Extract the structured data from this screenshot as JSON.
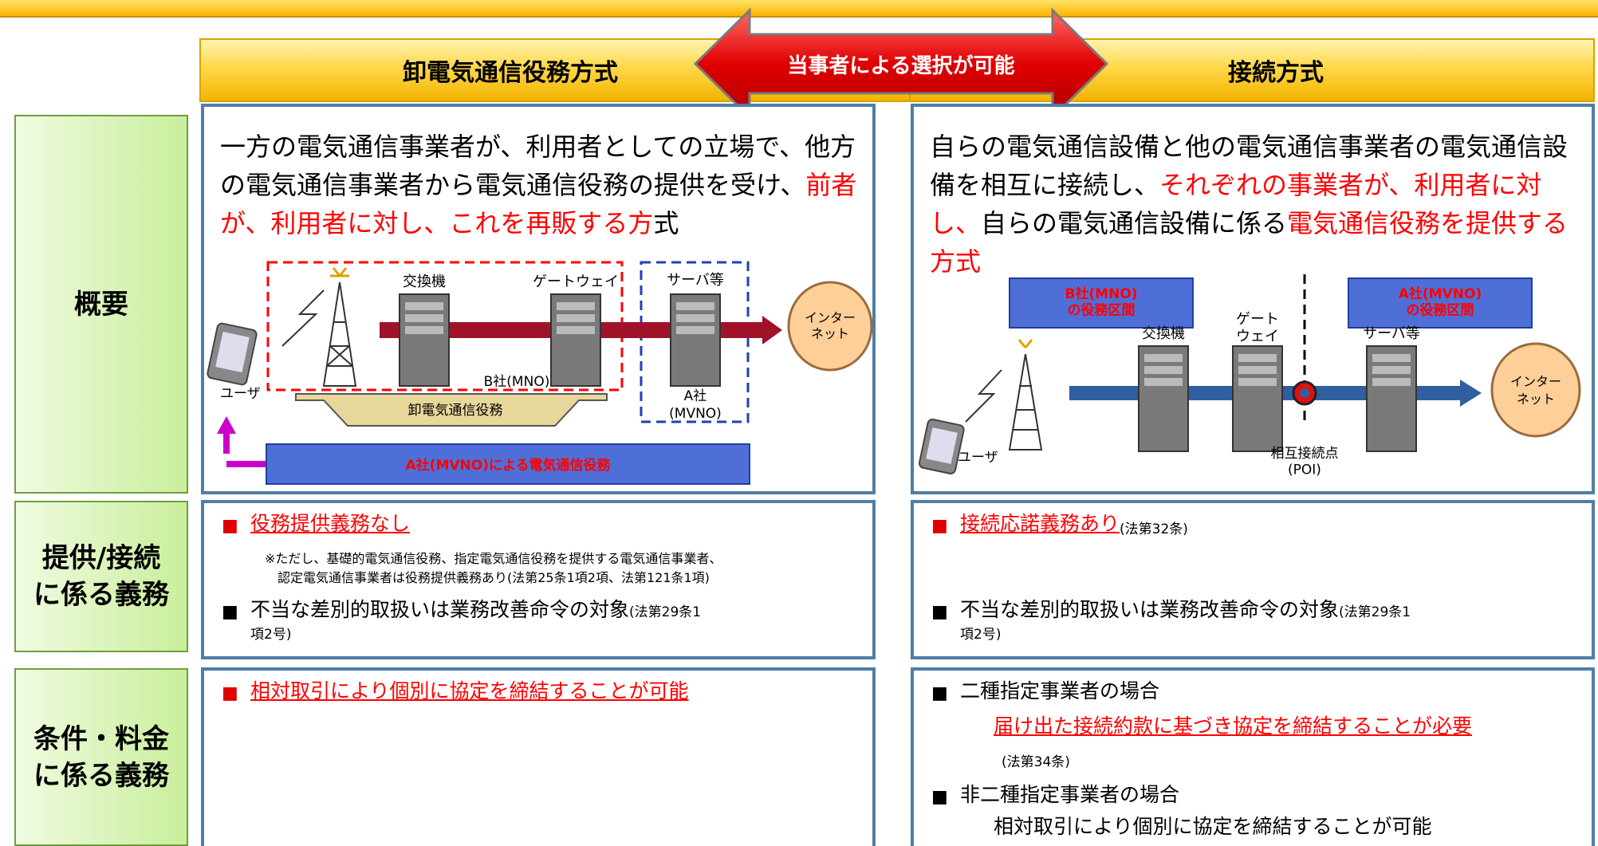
{
  "columns": {
    "left": "卸電気通信役務方式",
    "right": "接続方式",
    "arrow": "当事者による選択が可能"
  },
  "rows": {
    "overview": "概要",
    "provision": "提供/接続\nに係る義務",
    "terms": "条件・料金\nに係る義務"
  },
  "overview_left": {
    "text_a": "一方の電気通信事業者が、利用者としての立場で、他方の電気通信事業者から電気通信役務の提供を受け、",
    "text_red": "前者が、利用者に対し、これを再販する方",
    "text_b": "式",
    "diagram": {
      "switch": "交換機",
      "gateway": "ゲートウェイ",
      "server": "サーバ等",
      "internet": "インター\nネット",
      "b_company": "B社(MNO)",
      "a_company": "A社",
      "a_mvno": "(MVNO)",
      "user": "ユーザ",
      "wholesale": "卸電気通信役務",
      "a_service": "A社(MVNO)による電気通信役務"
    }
  },
  "overview_right": {
    "text_a": "自らの電気通信設備と他の電気通信事業者の電気通信設備を相互に接続し、",
    "text_red1": "それぞれの事業者が、利用者に対し、",
    "text_b": "自らの電気通信設備に係る",
    "text_red2": "電気通信役務を提供する方式",
    "diagram": {
      "b_section": "B社(MNO)\nの役務区間",
      "a_section": "A社(MVNO)\nの役務区間",
      "switch": "交換機",
      "gateway": "ゲート\nウェイ",
      "server": "サーバ等",
      "internet": "インター\nネット",
      "user": "ユーザ",
      "poi": "相互接続点\n(POI)"
    }
  },
  "provision_left": {
    "b1": "役務提供義務なし",
    "note1": "※ただし、基礎的電気通信役務、指定電気通信役務を提供する電気通信事業者、",
    "note2": "認定電気通信事業者は役務提供義務あり(法第25条1項2項、法第121条1項)",
    "b2": "不当な差別的取扱いは業務改善命令の対象",
    "b2_ref": "(法第29条1",
    "b2_cont": "項2号)"
  },
  "provision_right": {
    "b1": "接続応諾義務あり",
    "b1_ref": "(法第32条)",
    "b2": "不当な差別的取扱いは業務改善命令の対象",
    "b2_ref": "(法第29条1",
    "b2_cont": "項2号)"
  },
  "terms_left": {
    "b1": "相対取引により個別に協定を締結することが可能"
  },
  "terms_right": {
    "b1": "二種指定事業者の場合",
    "b1_sub": "届け出た接続約款に基づき協定を締結することが必要",
    "b1_ref": "(法第34条)",
    "b2": "非二種指定事業者の場合",
    "b2_sub": "相対取引により個別に協定を締結することが可能"
  },
  "colors": {
    "accent_red": "#ff0000",
    "frame_blue": "#4f7ea6",
    "label_green": "#c9ee9c",
    "header_yellow": "#ffd84a"
  }
}
